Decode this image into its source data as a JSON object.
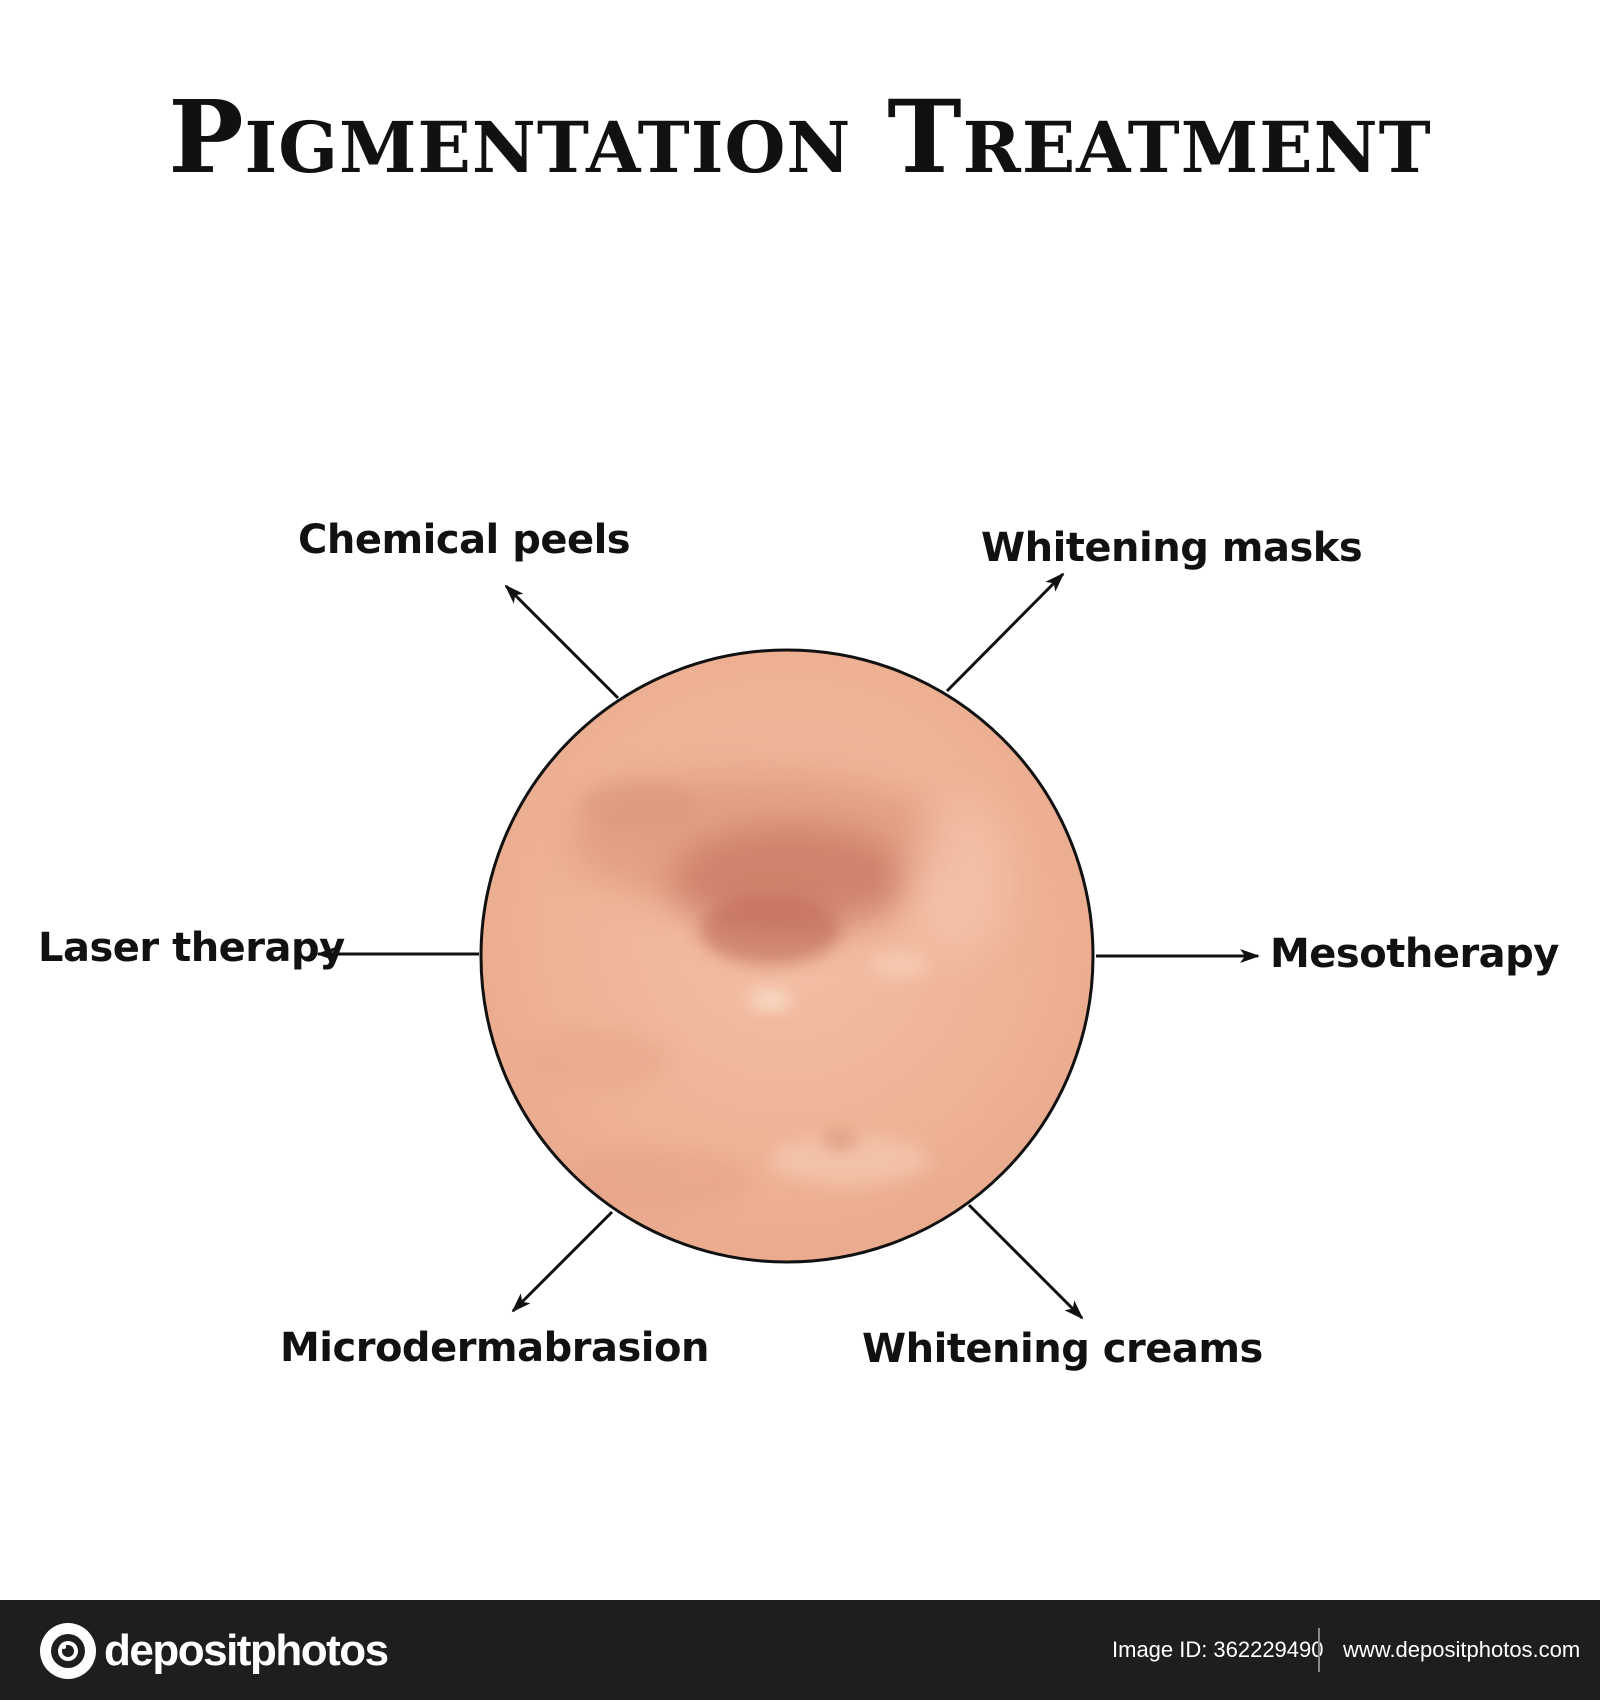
{
  "title": "Pigmentation Treatment",
  "treatments": [
    {
      "id": "chemical-peels",
      "label": "Chemical peels"
    },
    {
      "id": "whitening-masks",
      "label": "Whitening masks"
    },
    {
      "id": "laser-therapy",
      "label": "Laser therapy"
    },
    {
      "id": "mesotherapy",
      "label": "Mesotherapy"
    },
    {
      "id": "microdermabrasion",
      "label": "Microdermabrasion"
    },
    {
      "id": "whitening-creams",
      "label": "Whitening creams"
    }
  ],
  "center_image": "skin-pigmentation-closeup",
  "colors": {
    "text": "#111111",
    "arrow": "#111111",
    "skin": "#f0b39a",
    "pigment_spot": "#c8785e",
    "footer_bg": "#1e1e1e"
  },
  "footer": {
    "brand": "depositphotos",
    "brand_icon": "camera-lens-icon",
    "image_id_label": "Image ID:",
    "image_id": "362229490",
    "site": "www.depositphotos.com"
  }
}
